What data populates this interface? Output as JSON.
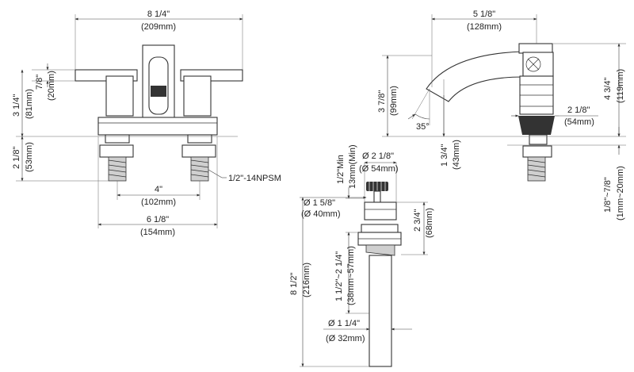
{
  "dims": {
    "width_total_in": "8 1/4\"",
    "width_total_mm": "(209mm)",
    "handle_height_in": "7/8\"",
    "handle_height_mm": "(20mm)",
    "overall_height_in": "3 1/4\"",
    "overall_height_mm": "(81mm)",
    "shank_length_in": "2 1/8\"",
    "shank_length_mm": "(53mm)",
    "thread": "1/2\"-14NPSM",
    "center_spacing_in": "4\"",
    "center_spacing_mm": "(102mm)",
    "base_width_in": "6 1/8\"",
    "base_width_mm": "(154mm)",
    "spout_reach_in": "5 1/8\"",
    "spout_reach_mm": "(128mm)",
    "spout_height_in": "3 7/8\"",
    "spout_height_mm": "(99mm)",
    "spout_angle": "35°",
    "side_height_in": "4 3/4\"",
    "side_height_mm": "(119mm)",
    "base_dia_in": "2 1/8\"",
    "base_dia_mm": "(54mm)",
    "base_height_in": "1 3/4\"",
    "base_height_mm": "(43mm)",
    "deck_range_in": "1/8\"~7/8\"",
    "deck_range_mm": "(1mm~20mm)",
    "drain_min_in": "1/2\"Min",
    "drain_min_mm": "13mm(Min)",
    "flange_dia_in": "Ø 2 1/8\"",
    "flange_dia_mm": "(Ø 54mm)",
    "body_dia_in": "Ø 1 5/8\"",
    "body_dia_mm": "(Ø 40mm)",
    "drain_height_in": "2 3/4\"",
    "drain_height_mm": "(68mm)",
    "adjust_range_in": "1 1/2\"~2 1/4\"",
    "adjust_range_mm": "(38mm~57mm)",
    "drain_total_in": "8 1/2\"",
    "drain_total_mm": "(216mm)",
    "tail_dia_in": "Ø 1 1/4\"",
    "tail_dia_mm": "(Ø 32mm)"
  }
}
